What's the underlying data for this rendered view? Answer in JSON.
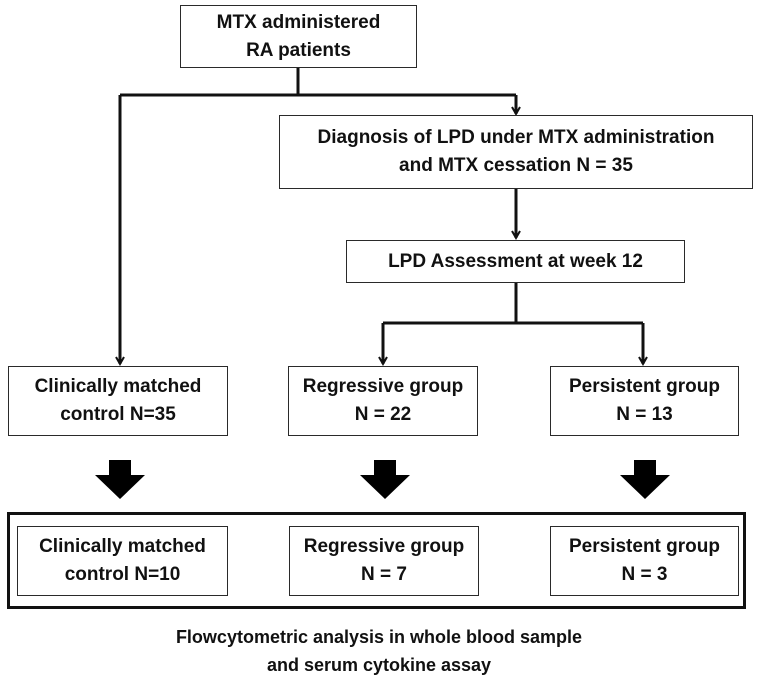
{
  "nodes": {
    "start": {
      "line1": "MTX administered",
      "line2": "RA patients"
    },
    "diagnosis": {
      "line1": "Diagnosis of LPD under MTX administration",
      "line2": "and MTX cessation N = 35"
    },
    "assessment": {
      "line1": "LPD Assessment at week 12"
    },
    "control_top": {
      "line1": "Clinically matched",
      "line2": "control  N=35"
    },
    "regressive_top": {
      "line1": "Regressive  group",
      "line2": "N = 22"
    },
    "persistent_top": {
      "line1": "Persistent group",
      "line2": "N = 13"
    },
    "control_bottom": {
      "line1": "Clinically matched",
      "line2": "control  N=10"
    },
    "regressive_bottom": {
      "line1": "Regressive  group",
      "line2": "N = 7"
    },
    "persistent_bottom": {
      "line1": "Persistent group",
      "line2": "N = 3"
    }
  },
  "caption": {
    "line1": "Flowcytometric analysis in whole blood sample",
    "line2": "and serum cytokine assay"
  },
  "colors": {
    "line": "#111111",
    "border": "#2a2a2a",
    "text": "#111111",
    "background": "#ffffff"
  }
}
